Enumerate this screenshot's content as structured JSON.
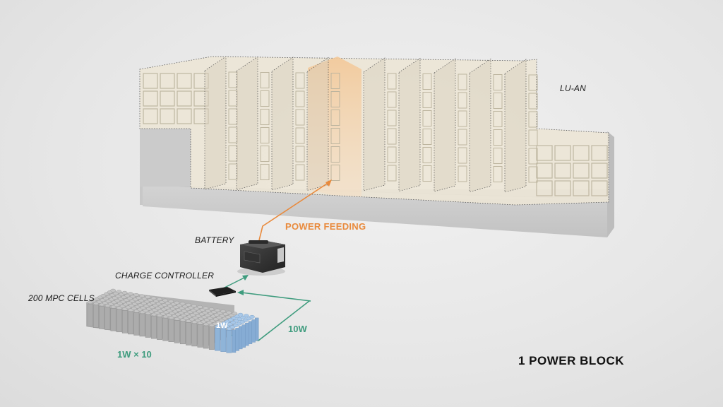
{
  "labels": {
    "lu_an": "LU-AN",
    "power_feeding": "POWER FEEDING",
    "battery": "BATTERY",
    "charge_controller": "CHARGE CONTROLLER",
    "mpc_cells": "200 MPC CELLS",
    "cell_group_watt": "1W",
    "flow_watt": "10W",
    "group_multiplier": "1W × 10",
    "block_title": "1 POWER BLOCK"
  },
  "colors": {
    "orange": "#e98a3c",
    "green": "#3f9c7e",
    "highlight_cells": "#8fb4d8",
    "cells": "#a9a9a9",
    "facade": "#ece5d3",
    "base": "#c9c9c9"
  },
  "icons": {
    "battery": "portable-power-station-icon",
    "controller": "charge-controller-icon"
  }
}
